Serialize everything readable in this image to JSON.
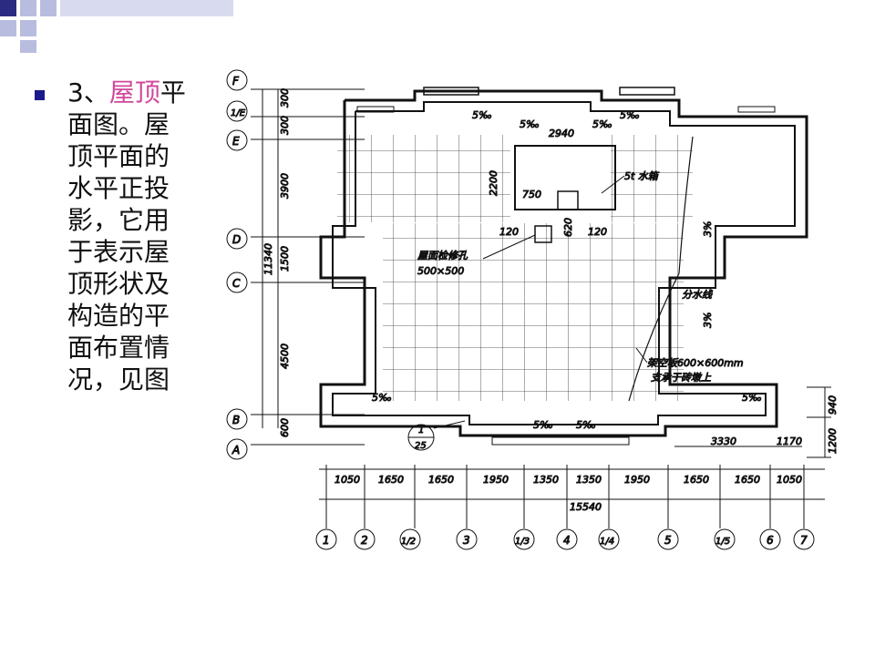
{
  "slide": {
    "heading_prefix": "3、",
    "heading_highlight": "屋顶",
    "body_text": "平面图。屋顶平面的水平正投影，它用于表示屋顶形状及构造的平面布置情况，见图",
    "colors": {
      "highlight": "#d0489a",
      "bullet": "#1a1a8c",
      "deco_dark": "#2b2b82",
      "deco_light": "#b8bde0"
    }
  },
  "drawing": {
    "axes_left": [
      "F",
      "1/E",
      "E",
      "D",
      "C",
      "B",
      "A"
    ],
    "axes_bottom": [
      "1",
      "2",
      "1/2",
      "3",
      "1/3",
      "4",
      "1/4",
      "5",
      "1/5",
      "6",
      "7"
    ],
    "dims_left": [
      "300",
      "300",
      "3900",
      "1500",
      "4500",
      "600",
      "11340"
    ],
    "dims_bottom": [
      "1050",
      "1650",
      "1650",
      "1950",
      "1350",
      "1350",
      "1950",
      "1650",
      "1650",
      "1050"
    ],
    "dim_total": "15540",
    "dims_right": [
      "940",
      "1200"
    ],
    "slopes": [
      "5‰",
      "5‰",
      "5‰",
      "5‰",
      "5‰",
      "5‰",
      "5‰",
      "5‰"
    ],
    "slope_3": "3%",
    "tank_dims": [
      "2940",
      "2200",
      "750",
      "620",
      "120",
      "120"
    ],
    "labels": {
      "water_tank": "5t 水箱",
      "hatch": "屋面检修孔",
      "hatch_size": "500×500",
      "divide_line": "分水线",
      "slab": "架空板600×600mm",
      "slab_support": "支承于砖墩上",
      "detail_top": "1",
      "detail_bottom": "25",
      "dim_3330": "3330",
      "dim_1170": "1170"
    }
  }
}
